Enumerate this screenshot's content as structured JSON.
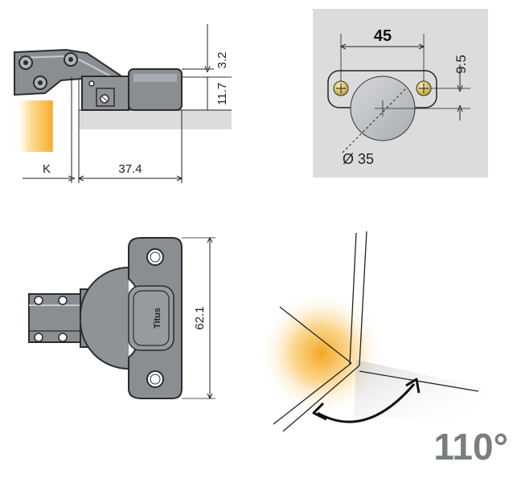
{
  "side_view": {
    "dim_overlay": "3.2",
    "dim_height": "11.7",
    "dim_k": "K",
    "dim_depth": "37.4"
  },
  "drilling_pattern": {
    "dim_spacing": "45",
    "dim_offset": "9.5",
    "dim_diameter": "Ø 35"
  },
  "top_view": {
    "dim_length": "62.1",
    "brand_mark": "Titus"
  },
  "opening_angle": {
    "label": "110°"
  },
  "colors": {
    "hinge_gray": "#8a8d92",
    "hinge_dark": "#3a3c40",
    "panel_gray": "#dcdcdc",
    "wood_highlight": "#f7b733",
    "screw_brass": "#d9c25a",
    "angle_text": "#7a7d82"
  }
}
